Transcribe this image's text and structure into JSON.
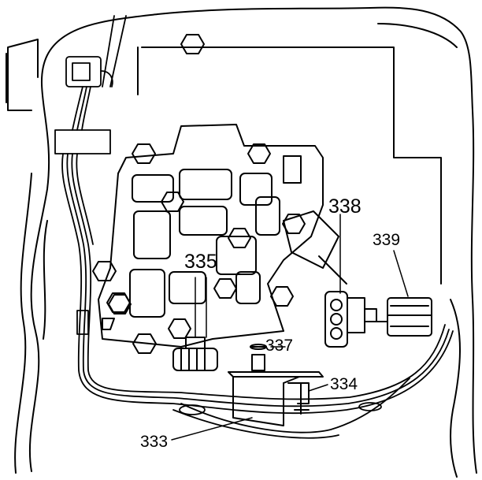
{
  "diagram": {
    "colors": {
      "line": "#000000",
      "fill": "#ffffff",
      "shade": "#e6e6e6"
    },
    "callouts": {
      "c333": "333",
      "c334": "334",
      "c335": "335",
      "c337": "337",
      "c338": "338",
      "c339": "339"
    }
  }
}
